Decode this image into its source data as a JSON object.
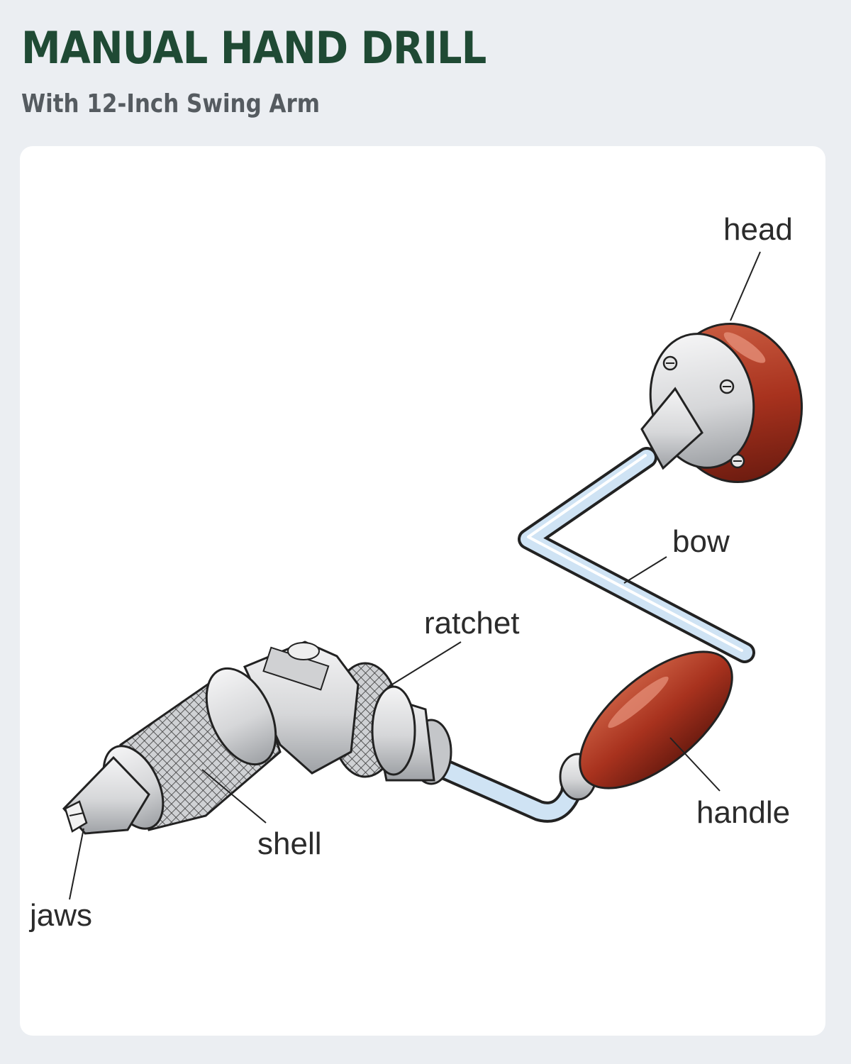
{
  "header": {
    "title": "MANUAL HAND DRILL",
    "subtitle": "With 12-Inch Swing Arm"
  },
  "labels": {
    "head": "head",
    "bow": "bow",
    "ratchet": "ratchet",
    "handle": "handle",
    "shell": "shell",
    "jaws": "jaws"
  },
  "colors": {
    "title": "#1f4a34",
    "subtitle": "#555b60",
    "background": "#ebeef2",
    "card": "#ffffff",
    "wood": "#a8321e",
    "metal": "#d9dadc",
    "bow": "#cfe3f4"
  }
}
